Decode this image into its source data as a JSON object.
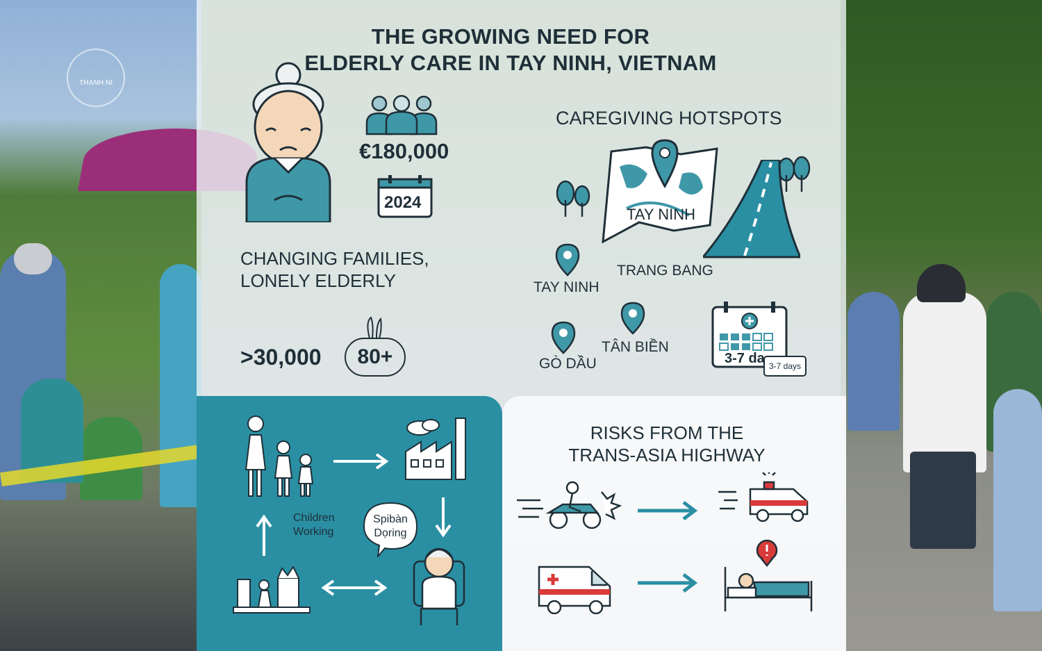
{
  "title_line1": "THE GROWING NEED FOR",
  "title_line2": "ELDERLY CARE IN TAY NINH, VIETNAM",
  "elderly_count": "€180,000",
  "year": "2024",
  "changing_families_line1": "CHANGING FAMILIES,",
  "changing_families_line2": "LONELY ELDERLY",
  "over_count": ">30,000",
  "age_badge": "80+",
  "hotspots_title": "CAREGIVING HOTSPOTS",
  "map_label": "TAY NINH",
  "places": [
    "TAY NINH",
    "TRANG BANG",
    "GÒ DẦU",
    "TÂN BIỀN"
  ],
  "calendar_text": "3-7 da",
  "calendar_badge": "3-7 days",
  "children_label_line1": "Children",
  "children_label_line2": "Working",
  "bubble_line1": "Spibàn",
  "bubble_line2": "Dọring",
  "risks_line1": "RISKS FROM THE",
  "risks_line2": "TRANS-ASIA HIGHWAY",
  "watermark": "THANH NI",
  "colors": {
    "teal": "#2a8fa3",
    "dark": "#1f2f38",
    "red": "#d93a3a"
  },
  "icons": [
    "elderly-woman-icon",
    "people-group-icon",
    "calendar-icon",
    "trees-icon",
    "map-icon",
    "highway-icon",
    "location-pin-icon",
    "family-icon",
    "factory-icon",
    "arrow-icon",
    "speech-bubble-icon",
    "elderly-chair-icon",
    "motorcycle-crash-icon",
    "ambulance-icon",
    "hospital-bed-icon"
  ]
}
